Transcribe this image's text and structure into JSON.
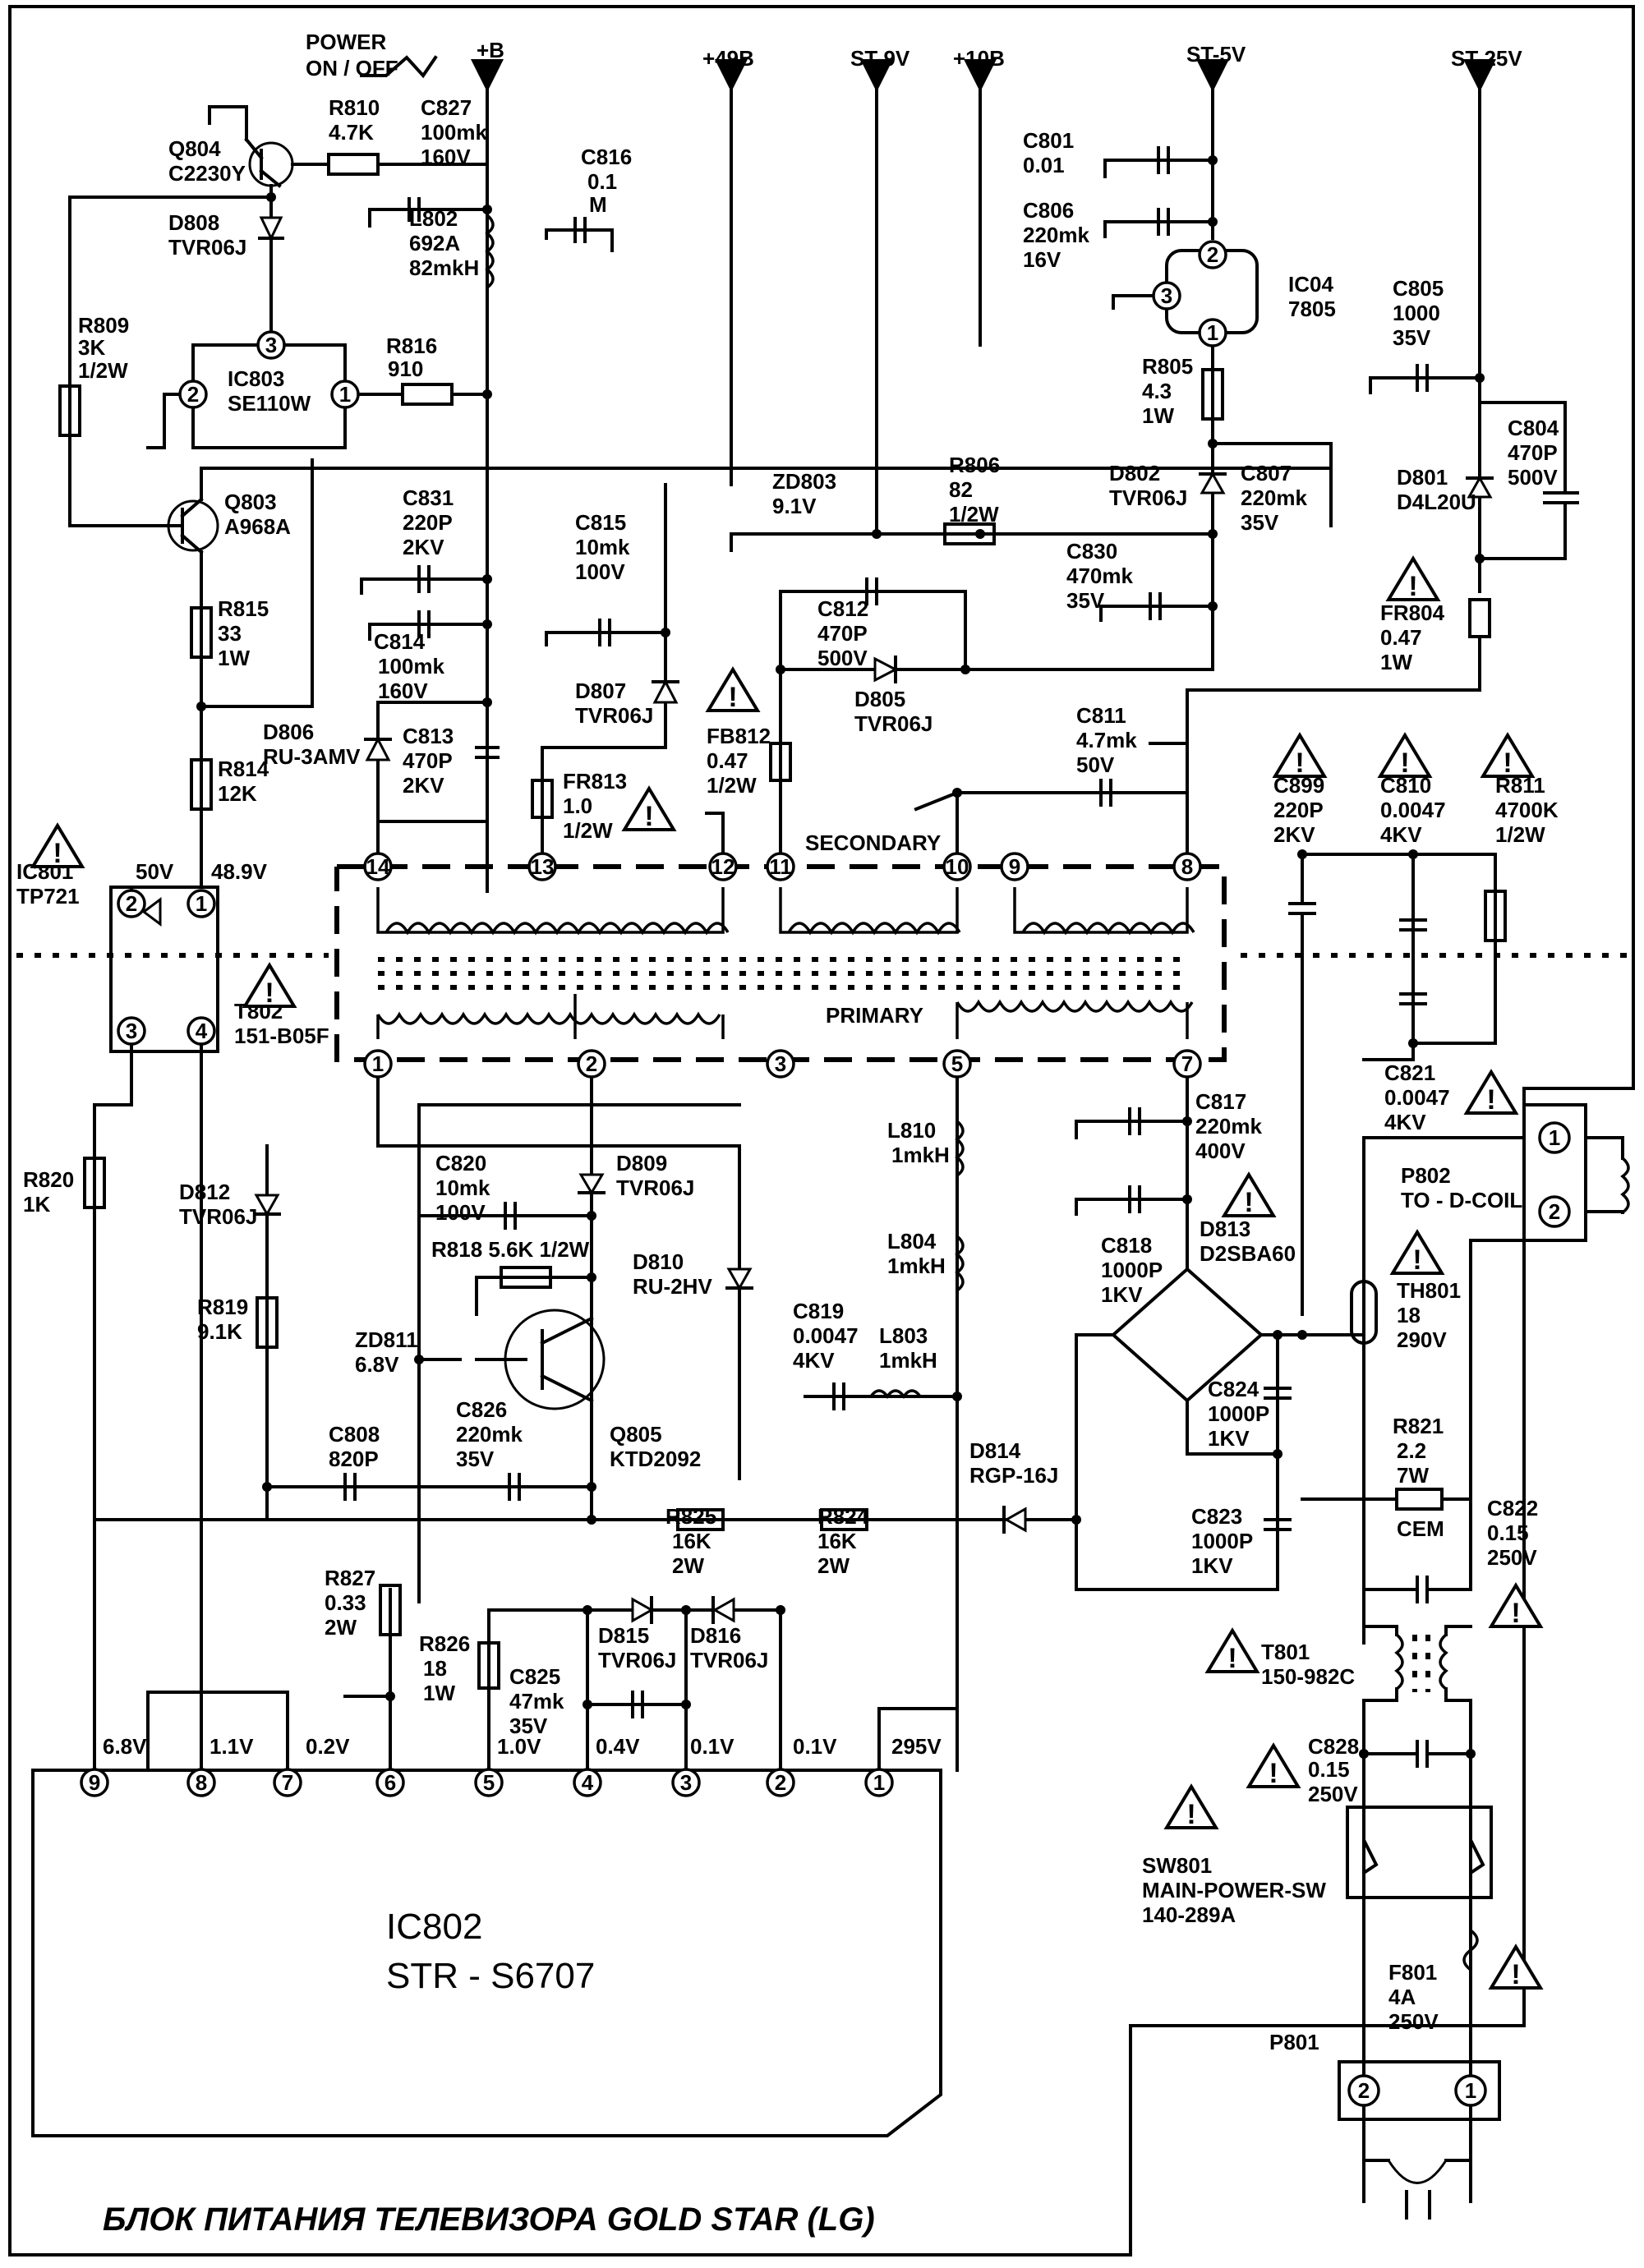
{
  "title": "БЛОК ПИТАНИЯ ТЕЛЕВИЗОРА GOLD STAR (LG)",
  "rails": {
    "b": "+B",
    "v49": "+49B",
    "st9": "ST-9V",
    "v10": "+10B",
    "st5": "ST-5V",
    "st25": "ST-25V"
  },
  "switch_label": [
    "POWER",
    "ON / OFF"
  ],
  "components": {
    "q804": [
      "Q804",
      "C2230Y"
    ],
    "r810": [
      "R810",
      "4.7K"
    ],
    "c827": [
      "C827",
      "100mk",
      "160V"
    ],
    "c816": [
      "C816",
      "0.1",
      "M"
    ],
    "l802": [
      "L802",
      "692A",
      "82mkH"
    ],
    "d808": [
      "D808",
      "TVR06J"
    ],
    "r809": [
      "R809",
      "3K",
      "1/2W"
    ],
    "ic803": [
      "IC803",
      "SE110W"
    ],
    "r816": [
      "R816",
      "910"
    ],
    "q803": [
      "Q803",
      "A968A"
    ],
    "r815": [
      "R815",
      "33",
      "1W"
    ],
    "r814": [
      "R814",
      "12K"
    ],
    "c831": [
      "C831",
      "220P",
      "2KV"
    ],
    "c814": [
      "C814",
      "100mk",
      "160V"
    ],
    "c813": [
      "C813",
      "470P",
      "2KV"
    ],
    "d806": [
      "D806",
      "RU-3AMV"
    ],
    "c815": [
      "C815",
      "10mk",
      "100V"
    ],
    "d807": [
      "D807",
      "TVR06J"
    ],
    "fr813": [
      "FR813",
      "1.0",
      "1/2W"
    ],
    "fb812": [
      "FB812",
      "0.47",
      "1/2W"
    ],
    "zd803": [
      "ZD803",
      "9.1V"
    ],
    "r806": [
      "R806",
      "82",
      "1/2W"
    ],
    "c812": [
      "C812",
      "470P",
      "500V"
    ],
    "d805": [
      "D805",
      "TVR06J"
    ],
    "c801": [
      "C801",
      "0.01"
    ],
    "c806": [
      "C806",
      "220mk",
      "16V"
    ],
    "ic04": [
      "IC04",
      "7805"
    ],
    "r805": [
      "R805",
      "4.3",
      "1W"
    ],
    "d802": [
      "D802",
      "TVR06J"
    ],
    "c807": [
      "C807",
      "220mk",
      "35V"
    ],
    "c830": [
      "C830",
      "470mk",
      "35V"
    ],
    "c805": [
      "C805",
      "1000",
      "35V"
    ],
    "c804": [
      "C804",
      "470P",
      "500V"
    ],
    "d801": [
      "D801",
      "D4L20U"
    ],
    "fr804": [
      "FR804",
      "0.47",
      "1W"
    ],
    "c811": [
      "C811",
      "4.7mk",
      "50V"
    ],
    "c899": [
      "C899",
      "220P",
      "2KV"
    ],
    "c810": [
      "C810",
      "0.0047",
      "4KV"
    ],
    "r811": [
      "R811",
      "4700K",
      "1/2W"
    ],
    "c821": [
      "C821",
      "0.0047",
      "4KV"
    ],
    "ic801": [
      "IC801",
      "TP721"
    ],
    "t802": [
      "T802",
      "151-B05F"
    ],
    "r820": [
      "R820",
      "1K"
    ],
    "d812": [
      "D812",
      "TVR06J"
    ],
    "r819": [
      "R819",
      "9.1K"
    ],
    "c820": [
      "C820",
      "10mk",
      "100V"
    ],
    "d809": [
      "D809",
      "TVR06J"
    ],
    "r818": [
      "R818 5.6K 1/2W"
    ],
    "d810": [
      "D810",
      "RU-2HV"
    ],
    "zd811": [
      "ZD811",
      "6.8V"
    ],
    "c826": [
      "C826",
      "220mk",
      "35V"
    ],
    "q805": [
      "Q805",
      "KTD2092"
    ],
    "c808": [
      "C808",
      "820P"
    ],
    "l810": [
      "L810",
      "1mkH"
    ],
    "l804": [
      "L804",
      "1mkH"
    ],
    "l803": [
      "L803",
      "1mkH"
    ],
    "c819": [
      "C819",
      "0.0047",
      "4KV"
    ],
    "c817": [
      "C817",
      "220mk",
      "400V"
    ],
    "c818": [
      "C818",
      "1000P",
      "1KV"
    ],
    "d813": [
      "D813",
      "D2SBA60"
    ],
    "c824": [
      "C824",
      "1000P",
      "1KV"
    ],
    "c823": [
      "C823",
      "1000P",
      "1KV"
    ],
    "d814": [
      "D814",
      "RGP-16J"
    ],
    "r825": [
      "R825",
      "16K",
      "2W"
    ],
    "r824": [
      "R824",
      "16K",
      "2W"
    ],
    "r827": [
      "R827",
      "0.33",
      "2W"
    ],
    "r826": [
      "R826",
      "18",
      "1W"
    ],
    "c825": [
      "C825",
      "47mk",
      "35V"
    ],
    "d815": [
      "D815",
      "TVR06J"
    ],
    "d816": [
      "D816",
      "TVR06J"
    ],
    "p802": [
      "P802",
      "TO - D-COIL"
    ],
    "th801": [
      "TH801",
      "18",
      "290V"
    ],
    "r821": [
      "R821",
      "2.2",
      "7W",
      "CEM"
    ],
    "c822": [
      "C822",
      "0.15",
      "250V"
    ],
    "t801": [
      "T801",
      "150-982C"
    ],
    "c828": [
      "C828",
      "0.15",
      "250V"
    ],
    "sw801": [
      "SW801",
      "MAIN-POWER-SW",
      "140-289A"
    ],
    "f801": [
      "F801",
      "4A",
      "250V"
    ],
    "p801": [
      "P801"
    ]
  },
  "transformer": {
    "secondary": "SECONDARY",
    "primary": "PRIMARY"
  },
  "ic802": {
    "name": "IC802",
    "part": "STR - S6707",
    "pin_voltages": [
      "6.8V",
      "1.1V",
      "0.2V",
      "1.0V",
      "0.4V",
      "0.1V",
      "0.1V",
      "295V"
    ]
  },
  "opto_voltages": [
    "50V",
    "48.9V"
  ]
}
